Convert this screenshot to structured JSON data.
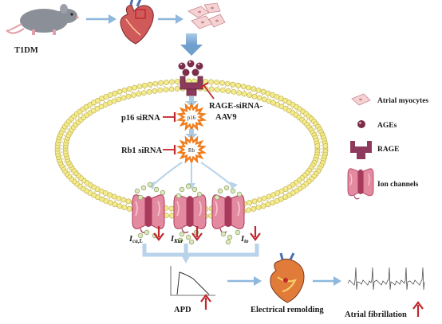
{
  "labels": {
    "t1dm": "T1DM",
    "rage_sirna_line1": "RAGE-siRNA-",
    "rage_sirna_line2": "AAV9",
    "p16_sirna": "p16 siRNA",
    "rb1_sirna": "Rb1 siRNA",
    "p16": "p16",
    "rb": "Rb",
    "apd": "APD",
    "electrical_remodeling": "Electrical remolding",
    "atrial_fibrillation": "Atrial fibrillation"
  },
  "currents": [
    {
      "symbol": "I",
      "subscript": "ca,L"
    },
    {
      "symbol": "I",
      "subscript": "Kur"
    },
    {
      "symbol": "I",
      "subscript": "to"
    }
  ],
  "legend": [
    {
      "label": "Atrial myocytes",
      "icon": "myocyte-icon"
    },
    {
      "label": "AGEs",
      "icon": "ages-icon"
    },
    {
      "label": "RAGE",
      "icon": "rage-icon"
    },
    {
      "label": "Ion channels",
      "icon": "ion-channel-icon"
    }
  ],
  "colors": {
    "arrow_blue": "#8fb8dc",
    "inhibit_red": "#c0272d",
    "channel_pink": "#e48aa0",
    "channel_dark": "#a83a5c",
    "rage_purple": "#8e3a5c",
    "ages_maroon": "#7a2e4a",
    "membrane_yellow": "#f4ec8c",
    "starburst_orange": "#f07d1e"
  }
}
